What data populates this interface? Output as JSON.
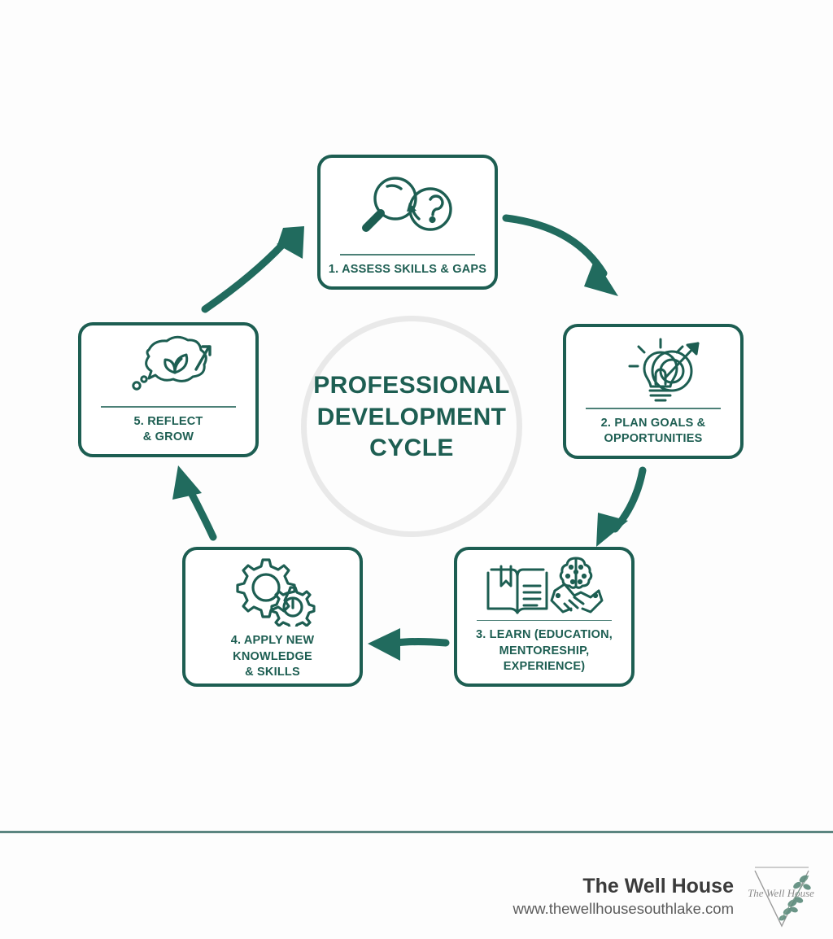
{
  "page": {
    "background": "#fdfdfd",
    "accent_color": "#1d5e52",
    "rule_color": "#5b8580",
    "ring_color": "#e9e9e9"
  },
  "center": {
    "title_line1": "PROFESSIONAL",
    "title_line2": "DEVELOPMENT",
    "title_line3": "CYCLE"
  },
  "steps": [
    {
      "number": "1",
      "icon": "magnifying-glass-question-icon",
      "label_line1": "1. ASSESS SKILLS & GAPS",
      "label_line2": ""
    },
    {
      "number": "2",
      "icon": "lightbulb-target-arrow-icon",
      "label_line1": "2. PLAN GOALS &",
      "label_line2": "OPPORTUNITIES"
    },
    {
      "number": "3",
      "icon": "book-handshake-brain-icon",
      "label_line1": "3. LEARN (EDUCATION,",
      "label_line2": "MENTORESHIP, EXPERIENCE)"
    },
    {
      "number": "4",
      "icon": "gears-icon",
      "label_line1": "4. APPLY NEW KNOWLEDGE",
      "label_line2": "& SKILLS"
    },
    {
      "number": "5",
      "icon": "thought-bubble-leaf-growth-icon",
      "label_line1": "5. REFLECT",
      "label_line2": "& GROW"
    }
  ],
  "arrows": [
    {
      "name": "arrow-step1-to-step2",
      "direction": "down-right"
    },
    {
      "name": "arrow-step2-to-step3",
      "direction": "down"
    },
    {
      "name": "arrow-step3-to-step4",
      "direction": "left"
    },
    {
      "name": "arrow-step4-to-step5",
      "direction": "up"
    },
    {
      "name": "arrow-step5-to-step1",
      "direction": "up-right"
    }
  ],
  "footer": {
    "brand": "The Well House",
    "url": "www.thewellhousesouthlake.com",
    "logo_script": "The Well House"
  }
}
